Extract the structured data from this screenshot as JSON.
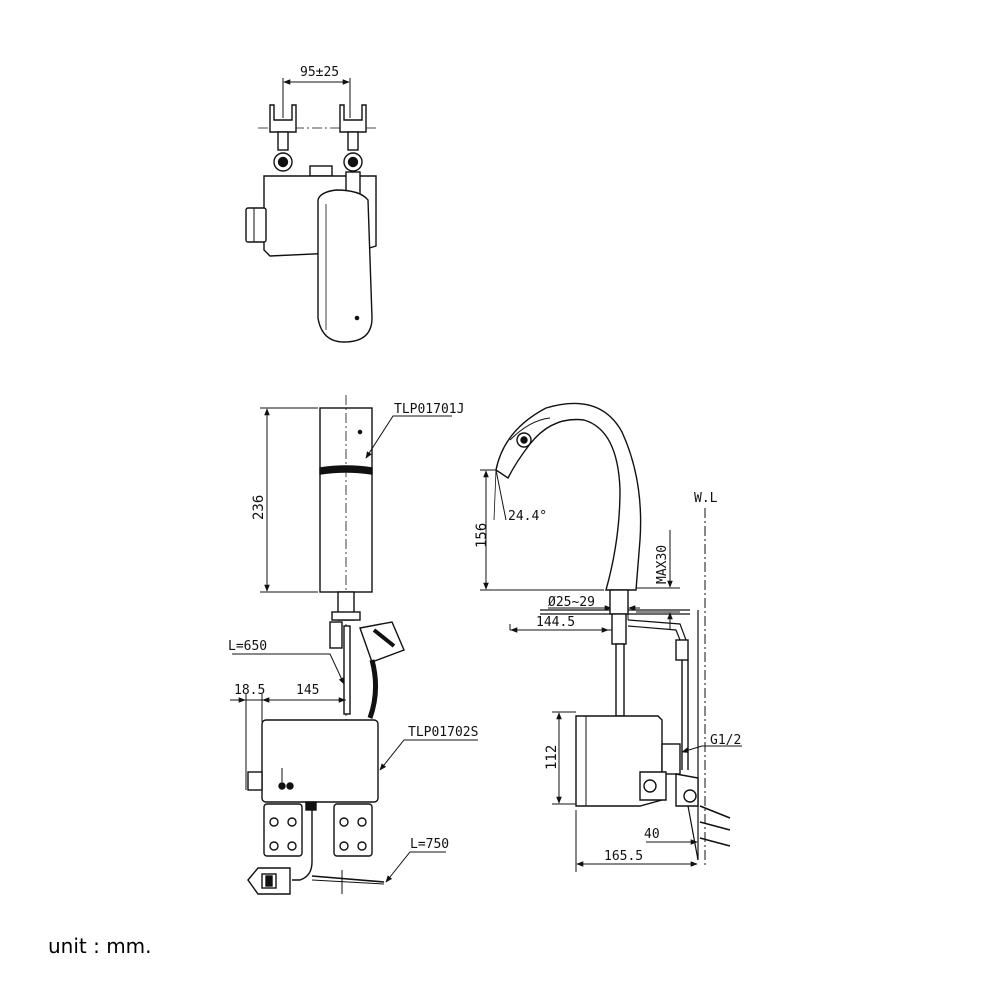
{
  "labels": {
    "hole_spacing": "95±25",
    "spout_part": "TLP01701J",
    "height_total": "236",
    "cable_a": "L=650",
    "dim_18_5": "18.5",
    "dim_145": "145",
    "control_box_part": "TLP01702S",
    "cable_b": "L=750",
    "spout_height": "156",
    "angle": "24.4°",
    "max30": "MAX30",
    "hole_dia": "Ø25~29",
    "reach": "144.5",
    "wl": "W.L",
    "box_height": "112",
    "thread": "G1/2",
    "dim_40": "40",
    "dim_165_5": "165.5"
  },
  "unit_label": "unit : mm."
}
